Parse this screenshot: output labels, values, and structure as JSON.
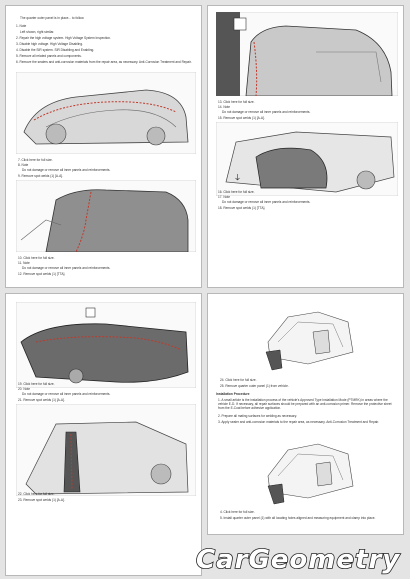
{
  "page1": {
    "lines": [
      "The quarter outer panel is in place... to follow.",
      "1.  Note",
      "Left shown, right similar.",
      "2.  Repair the high voltage system. High Voltage System Inspection.",
      "3.  Disable high voltage. High Voltage Disabling.",
      "4.  Disable the SIR system. SIR Disabling and Enabling.",
      "5.  Remove all related panels and components.",
      "6.  Remove the sealers and anti-corrosion materials from the repair area, as necessary. Anti-Corrosion Treatment and Repair."
    ],
    "cap1": [
      "7.  Click here for full size.",
      "8.  Note",
      "Do not damage or remove all inner panels and reinforcements.",
      "9.  Remove spot welds (1) [A-A]."
    ],
    "cap2": [
      "10.  Click here for full size.",
      "11.  Note",
      "Do not damage or remove all inner panels and reinforcements.",
      "12.  Remove spot welds (1) [TTA]."
    ]
  },
  "page2": {
    "cap1": [
      "13.  Click here for full size.",
      "14.  Note",
      "Do not damage or remove all inner panels and reinforcements.",
      "15.  Remove spot welds (1) [A-A]."
    ],
    "cap2": [
      "16.  Click here for full size.",
      "17.  Note",
      "Do not damage or remove all inner panels and reinforcements.",
      "18.  Remove spot welds (1) [TTA]."
    ]
  },
  "page3": {
    "cap1": [
      "19.  Click here for full size.",
      "20.  Note",
      "Do not damage or remove all inner panels and reinforcements.",
      "21.  Remove spot welds (1) [A-A]."
    ],
    "cap2": [
      "22.  Click here for full size.",
      "23.  Remove spot welds (1) [A-A]."
    ]
  },
  "page4": {
    "cap1": [
      "24.  Click here for full size.",
      "25.  Remove quarter outer panel (1) from vehicle."
    ],
    "heading": "Installation Procedure",
    "para": "1.  A small article is the installation process of the vehicle's Approved Type Installation Mode (PTMRK) in areas where the vehicle E-D. If necessary, all repair surfaces should be prepared with an anti-corrosion primer. Remove the protective sheet from the E-Coat before adhesive application.",
    "steps": [
      "2.  Prepare all mating surfaces for welding as necessary.",
      "3.  Apply sealer and anti-corrosion materials to the repair area, as necessary. Anti-Corrosion Treatment and Repair."
    ],
    "cap2": [
      "4.  Click here for full size.",
      "5.  Install quarter outer panel (1) with all locating holes aligned and measuring equipment and clamp into place."
    ]
  },
  "logo": {
    "text": "CarGeometry"
  },
  "colors": {
    "seam": "#c0392b",
    "line": "#555555"
  }
}
